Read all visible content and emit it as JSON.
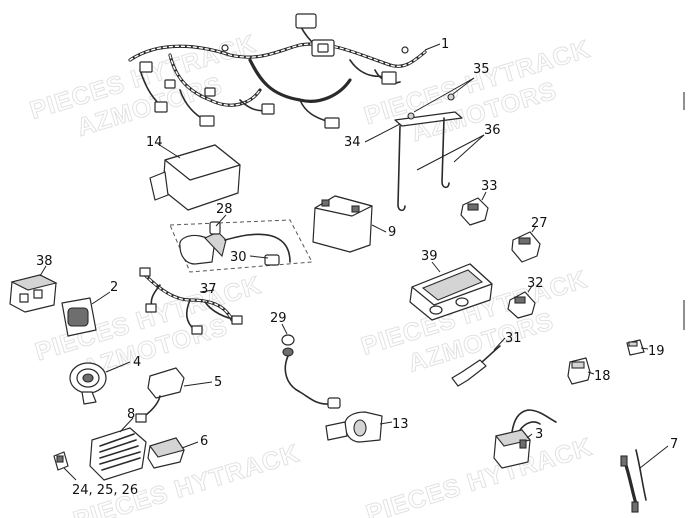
{
  "diagram": {
    "watermark": {
      "line1": "PIECES HYTRACK",
      "line2": "AZMOTORS"
    },
    "callouts": {
      "c1": "1",
      "c2": "2",
      "c3": "3",
      "c4": "4",
      "c5": "5",
      "c6": "6",
      "c7": "7",
      "c8": "8",
      "c9": "9",
      "c13": "13",
      "c14": "14",
      "c18": "18",
      "c19": "19",
      "c24_25_26": "24, 25, 26",
      "c27": "27",
      "c28": "28",
      "c29": "29",
      "c30": "30",
      "c31": "31",
      "c32": "32",
      "c33": "33",
      "c34": "34",
      "c35": "35",
      "c36": "36",
      "c37": "37",
      "c38": "38",
      "c39": "39"
    }
  }
}
